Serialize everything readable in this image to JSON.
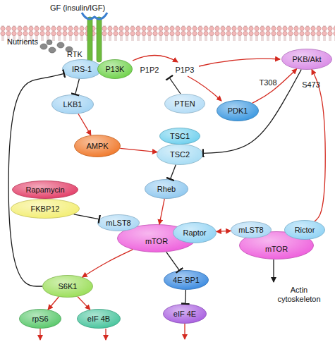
{
  "diagram": {
    "nodes": [
      {
        "text": [
          "IRS-1"
        ]
      },
      {
        "text": [
          "P13K"
        ]
      },
      {
        "text": [
          "PKB/Akt"
        ]
      },
      {
        "text": [
          "PTEN"
        ]
      },
      {
        "text": [
          "PDK1"
        ]
      },
      {
        "text": [
          "LKB1"
        ]
      },
      {
        "text": [
          "AMPK"
        ]
      },
      {
        "text": [
          "TSC1"
        ]
      },
      {
        "text": [
          "TSC2"
        ]
      },
      {
        "text": [
          "Rheb"
        ]
      },
      {
        "text": [
          "Rapamycin"
        ]
      },
      {
        "text": [
          "FKBP12"
        ]
      },
      {
        "text": [
          "mLST8"
        ]
      },
      {
        "text": [
          "mTOR"
        ]
      },
      {
        "text": [
          "Raptor"
        ]
      },
      {
        "text": [
          "mLST8"
        ]
      },
      {
        "text": [
          "mTOR"
        ]
      },
      {
        "text": [
          "Rictor"
        ]
      },
      {
        "text": [
          "S6K1"
        ]
      },
      {
        "text": [
          "4E-BP1"
        ]
      },
      {
        "text": [
          "rpS6"
        ]
      },
      {
        "text": [
          "eIF 4B"
        ]
      },
      {
        "text": [
          "eIF 4E"
        ]
      }
    ],
    "edges": [
      {
        "from": 18,
        "to": 0,
        "arrow": "to"
      },
      {
        "from": 0,
        "to": 5,
        "arrow": "to"
      },
      {
        "from": 5,
        "to": 6,
        "arrow": "to"
      },
      {
        "from": 6,
        "to": 8,
        "arrow": "to"
      },
      {
        "from": 4,
        "to": 2,
        "arrow": "to"
      },
      {
        "from": 2,
        "to": 8,
        "arrow": "to"
      },
      {
        "from": 8,
        "to": 9,
        "arrow": "to"
      },
      {
        "from": 9,
        "to": 13,
        "arrow": "to"
      },
      {
        "from": 11,
        "to": 12,
        "arrow": "to"
      },
      {
        "from": 14,
        "to": 15,
        "arrow": "both"
      },
      {
        "from": 17,
        "to": 2,
        "arrow": "to"
      },
      {
        "from": 13,
        "to": 18,
        "arrow": "to"
      },
      {
        "from": 13,
        "to": 19,
        "arrow": "to"
      },
      {
        "from": 19,
        "to": 22,
        "arrow": "to"
      },
      {
        "from": 18,
        "to": 20,
        "arrow": "to"
      },
      {
        "from": 18,
        "to": 21,
        "arrow": "to"
      }
    ],
    "labels": [
      "GF (insulin/IGF)",
      "Nutrients",
      "RTK",
      "P1P2",
      "P1P3",
      "T308",
      "S473",
      "Actin cytoskeleton"
    ]
  }
}
